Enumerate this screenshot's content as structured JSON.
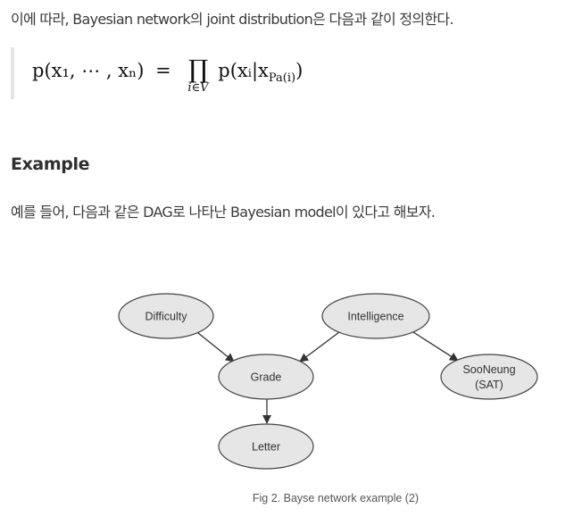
{
  "intro_text": "이에 따라, Bayesian network의 joint distribution은 다음과 같이 정의한다.",
  "formula": {
    "lhs": "p(x₁, ⋯ , xₙ)",
    "equals": "=",
    "product_symbol": "∏",
    "product_subscript": "i∈V",
    "rhs": "p(xᵢ|x",
    "rhs_subscript": "Pa(i)",
    "rhs_close": ")"
  },
  "section_heading": "Example",
  "example_text": "예를 들어, 다음과 같은 DAG로 나타난 Bayesian model이 있다고 해보자.",
  "diagram": {
    "nodes": {
      "difficulty": "Difficulty",
      "intelligence": "Intelligence",
      "grade": "Grade",
      "sooneung_line1": "SooNeung",
      "sooneung_line2": "(SAT)",
      "letter": "Letter"
    },
    "node_fill": "#e6e6e6",
    "node_stroke": "#444444"
  },
  "caption": "Fig 2. Bayse network example (2)"
}
